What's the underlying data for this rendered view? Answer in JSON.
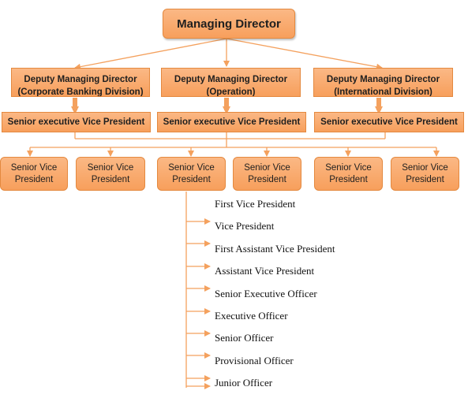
{
  "top": {
    "label": "Managing Director"
  },
  "deputies": [
    {
      "title": "Deputy Managing  Director",
      "division": "(Corporate Banking Division)"
    },
    {
      "title": "Deputy Managing Director",
      "division": "(Operation)"
    },
    {
      "title": "Deputy Managing  Director",
      "division": "(International Division)"
    }
  ],
  "sevps": [
    {
      "label": "Senior executive Vice President"
    },
    {
      "label": "Senior executive Vice President"
    },
    {
      "label": "Senior executive Vice President"
    }
  ],
  "svps": [
    {
      "line1": "Senior Vice",
      "line2": "President"
    },
    {
      "line1": "Senior Vice",
      "line2": "President"
    },
    {
      "line1": "Senior Vice",
      "line2": "President"
    },
    {
      "line1": "Senior Vice",
      "line2": "President"
    },
    {
      "line1": "Senior Vice",
      "line2": "President"
    },
    {
      "line1": "Senior Vice",
      "line2": "President"
    }
  ],
  "ranks": [
    "First Vice President",
    "Vice President",
    "First Assistant  Vice President",
    "Assistant Vice President",
    "Senior Executive Officer",
    "Executive Officer",
    "Senior Officer",
    "Provisional Officer",
    "Junior Officer"
  ],
  "colors": {
    "box_fill": "#f79f5c",
    "box_border": "#e4893f",
    "connector": "#f4a15e"
  }
}
